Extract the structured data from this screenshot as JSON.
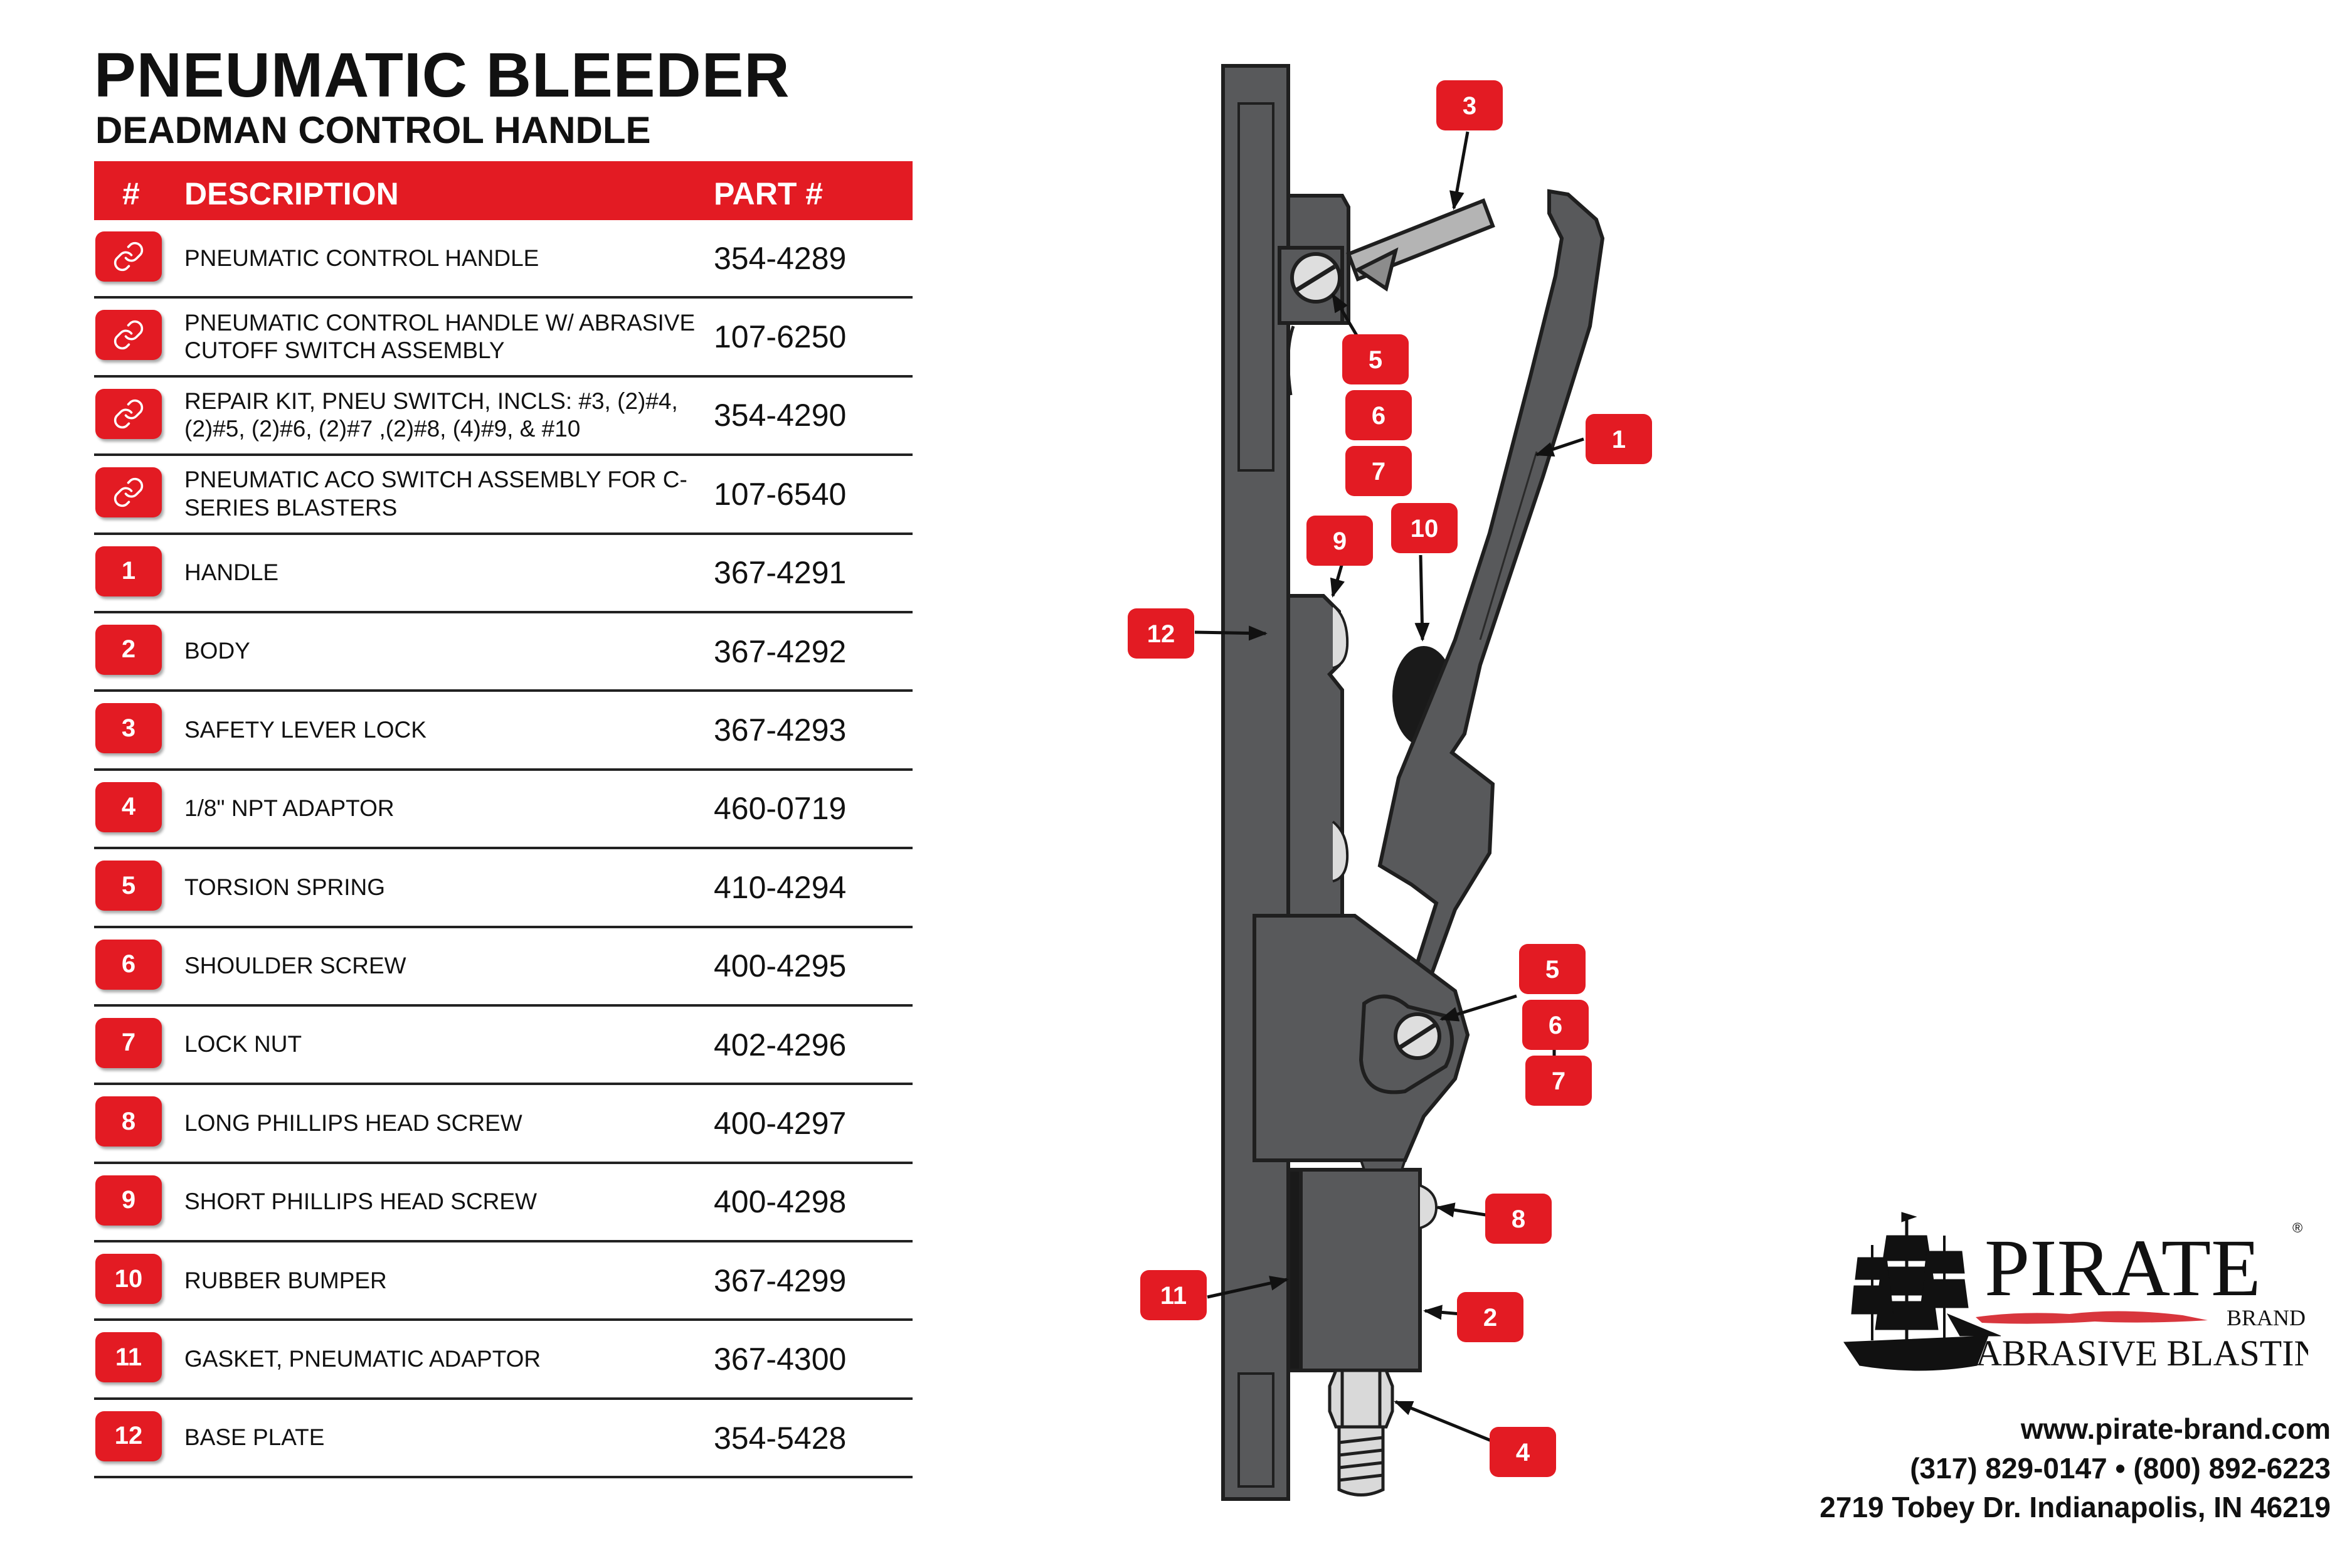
{
  "header": {
    "title": "PNEUMATIC BLEEDER",
    "subtitle": "DEADMAN CONTROL HANDLE"
  },
  "table": {
    "col_num": "#",
    "col_desc": "DESCRIPTION",
    "col_part": "PART #",
    "rows": [
      {
        "num": "",
        "icon": "link-icon",
        "desc": "PNEUMATIC CONTROL HANDLE",
        "part": "354-4289"
      },
      {
        "num": "",
        "icon": "link-icon",
        "desc": "PNEUMATIC CONTROL HANDLE W/ ABRASIVE CUTOFF SWITCH ASSEMBLY",
        "part": "107-6250"
      },
      {
        "num": "",
        "icon": "link-icon",
        "desc": "REPAIR KIT, PNEU SWITCH, INCLS: #3, (2)#4, (2)#5, (2)#6, (2)#7 ,(2)#8, (4)#9, & #10",
        "part": "354-4290"
      },
      {
        "num": "",
        "icon": "link-icon",
        "desc": "PNEUMATIC ACO SWITCH ASSEMBLY FOR C-SERIES BLASTERS",
        "part": "107-6540"
      },
      {
        "num": "1",
        "icon": "",
        "desc": "HANDLE",
        "part": "367-4291"
      },
      {
        "num": "2",
        "icon": "",
        "desc": "BODY",
        "part": "367-4292"
      },
      {
        "num": "3",
        "icon": "",
        "desc": "SAFETY LEVER LOCK",
        "part": "367-4293"
      },
      {
        "num": "4",
        "icon": "",
        "desc": "1/8\" NPT ADAPTOR",
        "part": "460-0719"
      },
      {
        "num": "5",
        "icon": "",
        "desc": "TORSION SPRING",
        "part": "410-4294"
      },
      {
        "num": "6",
        "icon": "",
        "desc": "SHOULDER SCREW",
        "part": "400-4295"
      },
      {
        "num": "7",
        "icon": "",
        "desc": "LOCK NUT",
        "part": "402-4296"
      },
      {
        "num": "8",
        "icon": "",
        "desc": "LONG PHILLIPS HEAD SCREW",
        "part": "400-4297"
      },
      {
        "num": "9",
        "icon": "",
        "desc": "SHORT PHILLIPS HEAD SCREW",
        "part": "400-4298"
      },
      {
        "num": "10",
        "icon": "",
        "desc": "RUBBER BUMPER",
        "part": "367-4299"
      },
      {
        "num": "11",
        "icon": "",
        "desc": "GASKET, PNEUMATIC ADAPTOR",
        "part": "367-4300"
      },
      {
        "num": "12",
        "icon": "",
        "desc": "BASE PLATE",
        "part": "354-5428"
      }
    ]
  },
  "callouts": {
    "c3": "3",
    "c5a": "5",
    "c6a": "6",
    "c7a": "7",
    "c1": "1",
    "c9": "9",
    "c10": "10",
    "c12": "12",
    "c5b": "5",
    "c6b": "6",
    "c7b": "7",
    "c8": "8",
    "c11": "11",
    "c2": "2",
    "c4": "4"
  },
  "logo": {
    "brand": "PIRATE",
    "registered": "®",
    "brand_suffix": "BRAND",
    "tagline": "ABRASIVE BLASTING"
  },
  "contact": {
    "website": "www.pirate-brand.com",
    "phones": "(317) 829-0147 • (800) 892-6223",
    "address": "2719 Tobey Dr. Indianapolis, IN 46219"
  },
  "colors": {
    "accent_red": "#e31b23",
    "part_gray": "#58595b",
    "outline": "#1f1f1f"
  }
}
